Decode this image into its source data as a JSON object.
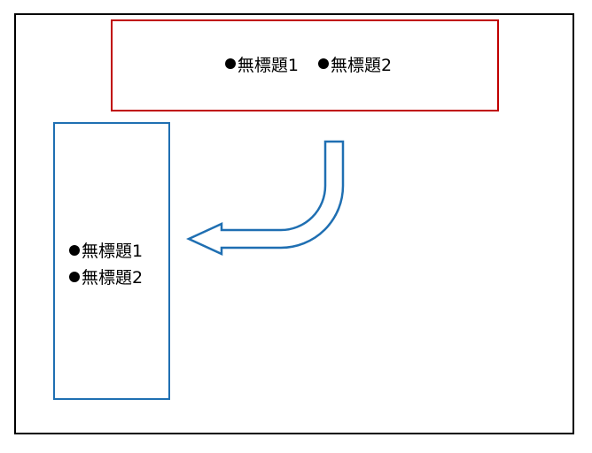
{
  "diagram": {
    "source_items": [
      {
        "label": "無標題1"
      },
      {
        "label": "無標題2"
      }
    ],
    "target_items": [
      {
        "label": "無標題1"
      },
      {
        "label": "無標題2"
      }
    ],
    "colors": {
      "frame": "#000000",
      "source_box": "#c00000",
      "target_box": "#1f6fb2",
      "arrow_stroke": "#1f6fb2"
    },
    "arrow_icon": "curved-arrow-left"
  }
}
